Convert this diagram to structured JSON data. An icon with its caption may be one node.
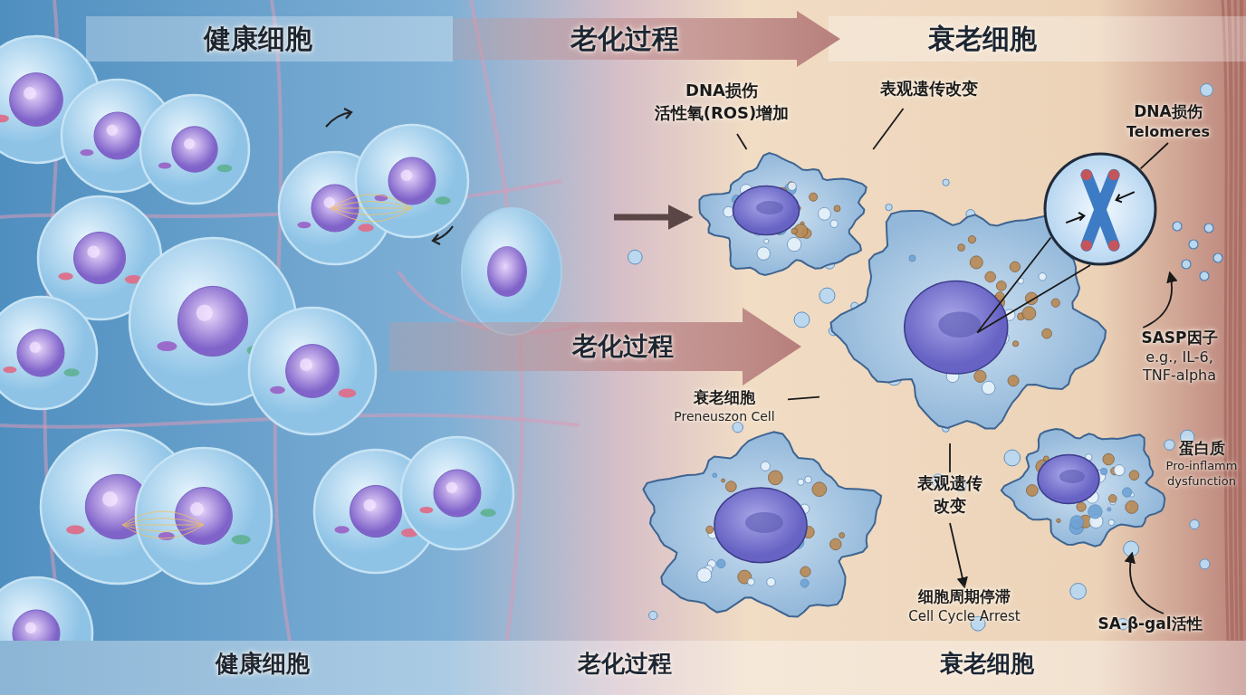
{
  "diagram": {
    "nodes": [
      {
        "text": [
          "DNA损伤",
          "活性氧(ROS)增加"
        ]
      },
      {
        "text": [
          "表观遗传改变"
        ]
      },
      {
        "text": [
          "DNA损伤",
          "Telomeres"
        ]
      },
      {
        "text": [],
        "shape": "picture"
      },
      {
        "text": [],
        "shape": "circle"
      },
      {
        "text": [],
        "shape": "picture"
      },
      {
        "text": [
          "SASP因子",
          "e.g., IL-6, TNF-alpha"
        ]
      },
      {
        "text": [
          "衰老细胞",
          "Preneuszon Cell"
        ]
      },
      {
        "text": [
          "表观遗传改变"
        ]
      },
      {
        "text": [
          "细胞周期停滞",
          "Cell Cycle Arrest"
        ]
      },
      {
        "text": [
          "蛋白质",
          "Pro-inflamm dysfunction"
        ]
      },
      {
        "text": [],
        "shape": "picture"
      },
      {
        "text": [
          "SA-β-gal活性"
        ]
      }
    ],
    "edges": [
      {
        "from": 0,
        "to": 3,
        "arrow": "none"
      },
      {
        "from": 1,
        "to": 3,
        "arrow": "none"
      },
      {
        "from": 2,
        "to": 4,
        "arrow": "none"
      },
      {
        "from": 4,
        "to": 5,
        "arrow": "none"
      },
      {
        "from": null,
        "to": 3,
        "arrow": "to",
        "style": "thick",
        "color": "#5b4646"
      },
      {
        "from": 6,
        "to": null,
        "arrow": "to"
      },
      {
        "from": 7,
        "to": 5,
        "arrow": "none"
      },
      {
        "from": 8,
        "to": 5,
        "arrow": "none"
      },
      {
        "from": 8,
        "to": 9,
        "arrow": "to"
      },
      {
        "from": 12,
        "to": 11,
        "arrow": "to"
      }
    ],
    "labels": [
      "健康细胞",
      "老化过程",
      "衰老细胞",
      "老化过程",
      "健康细胞",
      "老化过程",
      "衰老细胞"
    ]
  }
}
